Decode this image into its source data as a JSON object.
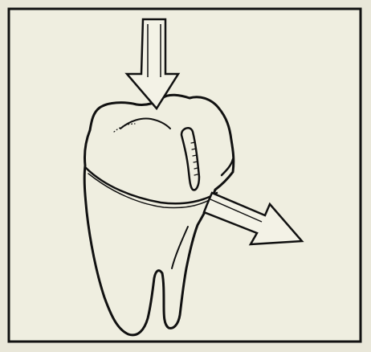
{
  "diagram": {
    "elements": [
      {
        "id": "frame",
        "icon": "rectangular-frame"
      },
      {
        "id": "tooth",
        "icon": "molar-tooth"
      },
      {
        "id": "crack",
        "icon": "crack-line"
      },
      {
        "id": "arrow-down",
        "icon": "downward-arrow"
      },
      {
        "id": "arrow-right",
        "icon": "right-tilted-arrow"
      }
    ],
    "colors": {
      "paper": "#efeee0",
      "background": "#e9e7d9",
      "ink": "#111111",
      "arrow_fill": "#f3f2e6"
    }
  }
}
